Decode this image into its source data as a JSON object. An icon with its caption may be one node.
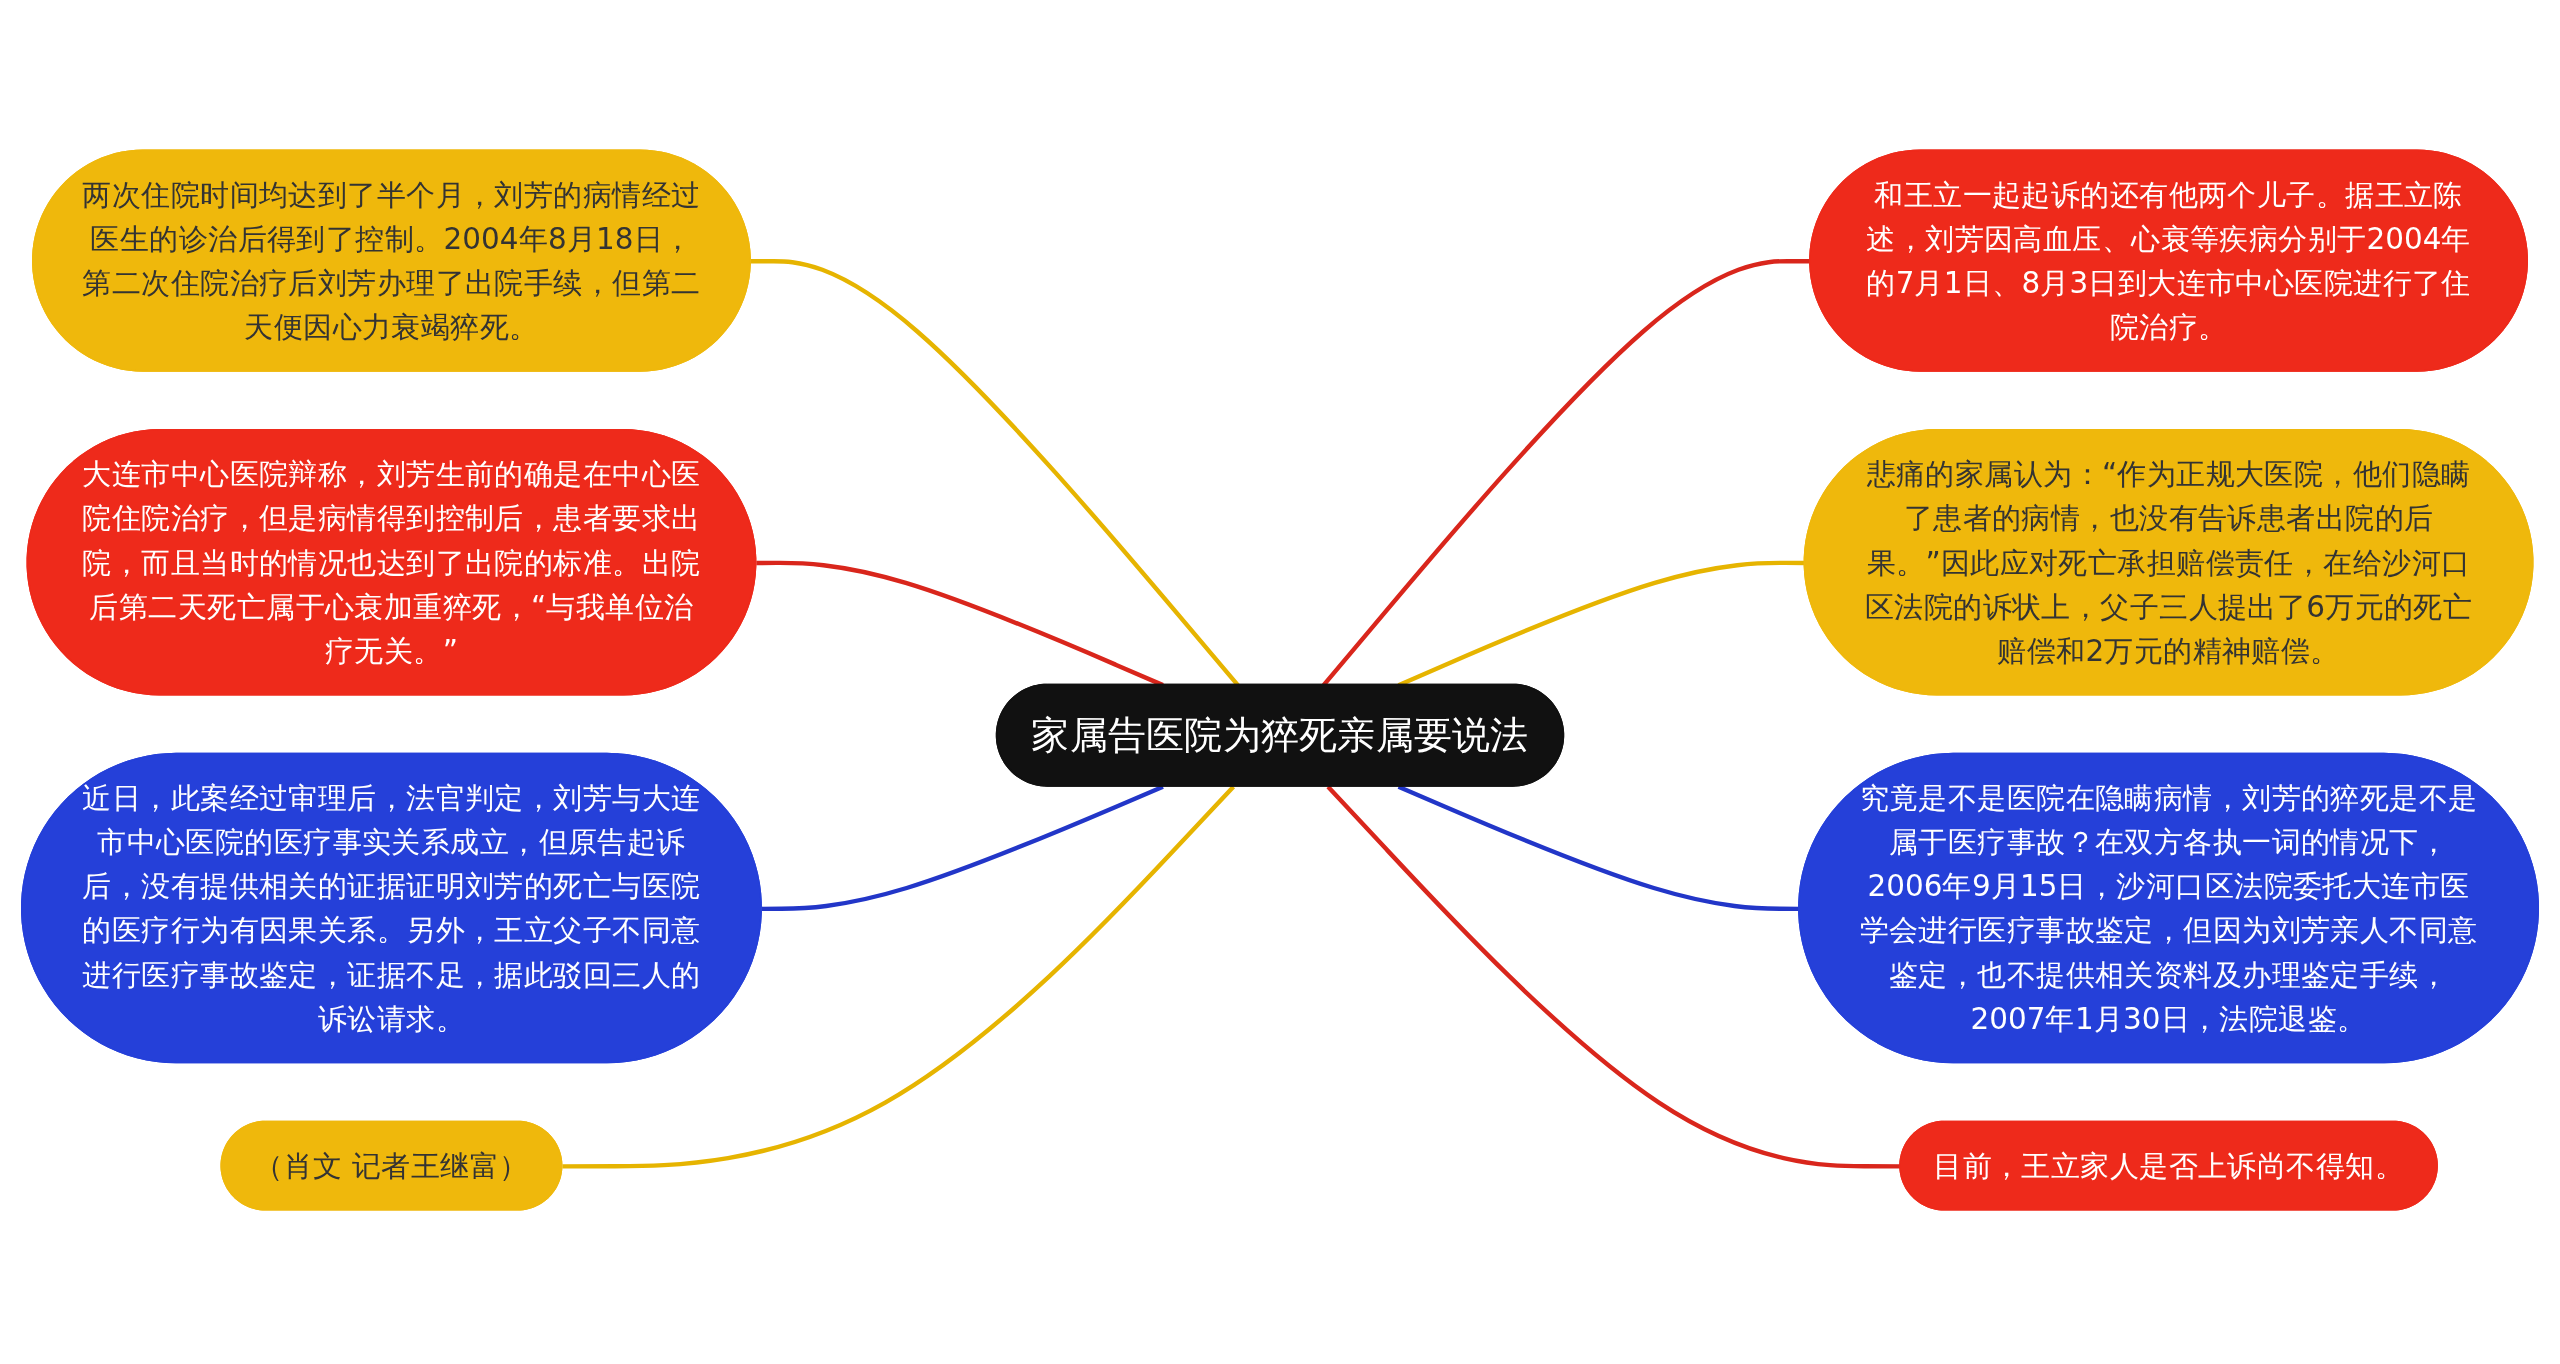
{
  "diagram": {
    "nodes": [
      {
        "text": [
          "家属告医院为猝死亲属要说法"
        ]
      },
      {
        "text": [
          "和王立一起起诉的还有他两个儿子。据王立陈述，刘芳因高血压、心衰等疾病分别于2004年的7月1日、8月3日到大连市中心医院进行了住院治疗。"
        ]
      },
      {
        "text": [
          "悲痛的家属认为：“作为正规大医院，他们隐瞒了患者的病情，也没有告诉患者出院的后果。”因此应对死亡承担赔偿责任，在给沙河口区法院的诉状上，父子三人提出了6万元的死亡赔偿和2万元的精神赔偿。"
        ]
      },
      {
        "text": [
          "究竟是不是医院在隐瞒病情，刘芳的猝死是不是属于医疗事故？在双方各执一词的情况下，2006年9月15日，沙河口区法院委托大连市医学会进行医疗事故鉴定，但因为刘芳亲人不同意鉴定，也不提供相关资料及办理鉴定手续，2007年1月30日，法院退鉴。"
        ]
      },
      {
        "text": [
          "目前，王立家人是否上诉尚不得知。"
        ]
      },
      {
        "text": [
          "两次住院时间均达到了半个月，刘芳的病情经过医生的诊治后得到了控制。2004年8月18日，第二次住院治疗后刘芳办理了出院手续，但第二天便因心力衰竭猝死。"
        ]
      },
      {
        "text": [
          "大连市中心医院辩称，刘芳生前的确是在中心医院住院治疗，但是病情得到控制后，患者要求出院，而且当时的情况也达到了出院的标准。出院后第二天死亡属于心衰加重猝死，“与我单位治疗无关。”"
        ]
      },
      {
        "text": [
          "近日，此案经过审理后，法官判定，刘芳与大连市中心医院的医疗事实关系成立，但原告起诉后，没有提供相关的证据证明刘芳的死亡与医院的医疗行为有因果关系。另外，王立父子不同意进行医疗事故鉴定，证据不足，据此驳回三人的诉讼请求。"
        ]
      },
      {
        "text": [
          "（肖文 记者王继富）"
        ]
      }
    ],
    "edges": [
      {
        "from": 0,
        "to": 1,
        "arrow": "none",
        "color": "#d9261c"
      },
      {
        "from": 0,
        "to": 2,
        "arrow": "none",
        "color": "#e6b400"
      },
      {
        "from": 0,
        "to": 3,
        "arrow": "none",
        "color": "#2236c8"
      },
      {
        "from": 0,
        "to": 4,
        "arrow": "none",
        "color": "#d9261c"
      },
      {
        "from": 0,
        "to": 5,
        "arrow": "none",
        "color": "#e6b400"
      },
      {
        "from": 0,
        "to": 6,
        "arrow": "none",
        "color": "#d9261c"
      },
      {
        "from": 0,
        "to": 7,
        "arrow": "none",
        "color": "#2236c8"
      },
      {
        "from": 0,
        "to": 8,
        "arrow": "none",
        "color": "#e6b400"
      }
    ]
  }
}
